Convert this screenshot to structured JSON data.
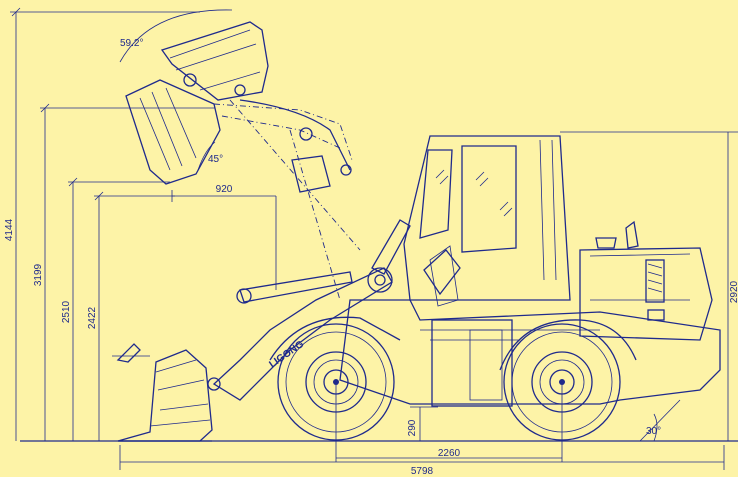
{
  "colors": {
    "background": "#fdf3a7",
    "line": "#1f2a8c"
  },
  "dimensions": {
    "max_height": "4144",
    "pin_height": "3199",
    "dump_clearance": "2510",
    "dump_clearance_alt": "2422",
    "dump_reach": "920",
    "overall_height": "2920",
    "ground_clearance": "290",
    "wheelbase": "2260",
    "overall_length": "5798"
  },
  "angles": {
    "rollback": "59.2°",
    "dump": "45°",
    "departure": "30°"
  },
  "decal": {
    "text": "LIGONG"
  }
}
